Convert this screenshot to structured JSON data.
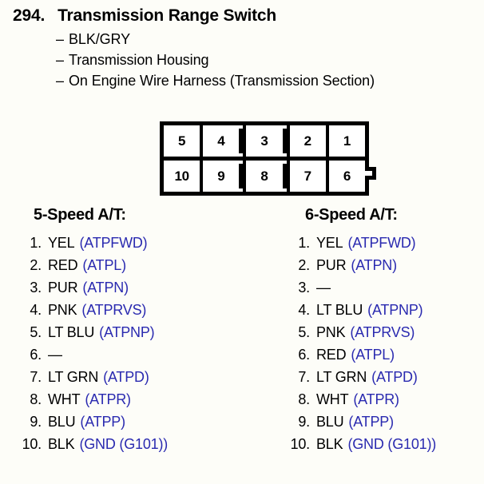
{
  "header": {
    "number": "294.",
    "title": "Transmission Range Switch",
    "details": [
      "BLK/GRY",
      "Transmission Housing",
      "On Engine Wire Harness (Transmission Section)"
    ],
    "dash": "–"
  },
  "connector": {
    "top_row": [
      "5",
      "4",
      "3",
      "2",
      "1"
    ],
    "bottom_row": [
      "10",
      "9",
      "8",
      "7",
      "6"
    ],
    "notch": "keying-tab"
  },
  "colors": {
    "signal_blue": "#2a2ab0",
    "text_black": "#000000",
    "background": "#fdfdf8"
  },
  "pinouts": [
    {
      "heading": "5-Speed A/T:",
      "rows": [
        {
          "num": "1.",
          "wire": "YEL",
          "signal": "(ATPFWD)",
          "empty": false
        },
        {
          "num": "2.",
          "wire": "RED",
          "signal": "(ATPL)",
          "empty": false
        },
        {
          "num": "3.",
          "wire": "PUR",
          "signal": "(ATPN)",
          "empty": false
        },
        {
          "num": "4.",
          "wire": "PNK",
          "signal": "(ATPRVS)",
          "empty": false
        },
        {
          "num": "5.",
          "wire": "LT BLU",
          "signal": "(ATPNP)",
          "empty": false
        },
        {
          "num": "6.",
          "wire": "—",
          "signal": "",
          "empty": true
        },
        {
          "num": "7.",
          "wire": "LT GRN",
          "signal": "(ATPD)",
          "empty": false
        },
        {
          "num": "8.",
          "wire": "WHT",
          "signal": "(ATPR)",
          "empty": false
        },
        {
          "num": "9.",
          "wire": "BLU",
          "signal": "(ATPP)",
          "empty": false
        },
        {
          "num": "10.",
          "wire": "BLK",
          "signal": "(GND (G101))",
          "empty": false
        }
      ]
    },
    {
      "heading": "6-Speed A/T:",
      "rows": [
        {
          "num": "1.",
          "wire": "YEL",
          "signal": "(ATPFWD)",
          "empty": false
        },
        {
          "num": "2.",
          "wire": "PUR",
          "signal": "(ATPN)",
          "empty": false
        },
        {
          "num": "3.",
          "wire": "—",
          "signal": "",
          "empty": true
        },
        {
          "num": "4.",
          "wire": "LT BLU",
          "signal": "(ATPNP)",
          "empty": false
        },
        {
          "num": "5.",
          "wire": "PNK",
          "signal": "(ATPRVS)",
          "empty": false
        },
        {
          "num": "6.",
          "wire": "RED",
          "signal": "(ATPL)",
          "empty": false
        },
        {
          "num": "7.",
          "wire": "LT GRN",
          "signal": "(ATPD)",
          "empty": false
        },
        {
          "num": "8.",
          "wire": "WHT",
          "signal": "(ATPR)",
          "empty": false
        },
        {
          "num": "9.",
          "wire": "BLU",
          "signal": "(ATPP)",
          "empty": false
        },
        {
          "num": "10.",
          "wire": "BLK",
          "signal": "(GND (G101))",
          "empty": false
        }
      ]
    }
  ]
}
